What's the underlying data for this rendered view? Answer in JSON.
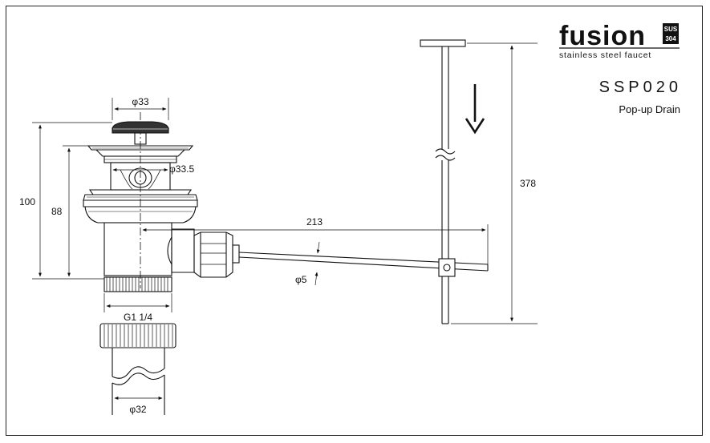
{
  "brand": {
    "name": "fusion",
    "badge_top": "SUS",
    "badge_bottom": "304",
    "tagline": "stainless steel faucet"
  },
  "product": {
    "model": "SSP020",
    "description": "Pop-up Drain"
  },
  "dimensions": {
    "cap_diameter": "φ33",
    "body_diameter": "φ33.5",
    "total_height": "100",
    "body_height": "88",
    "thread": "G1 1/4",
    "pipe_diameter": "φ32",
    "rod_length": "213",
    "rod_diameter": "φ5",
    "lift_rod_length": "378"
  },
  "colors": {
    "line": "#111111",
    "frame": "#222222",
    "background": "#ffffff"
  }
}
